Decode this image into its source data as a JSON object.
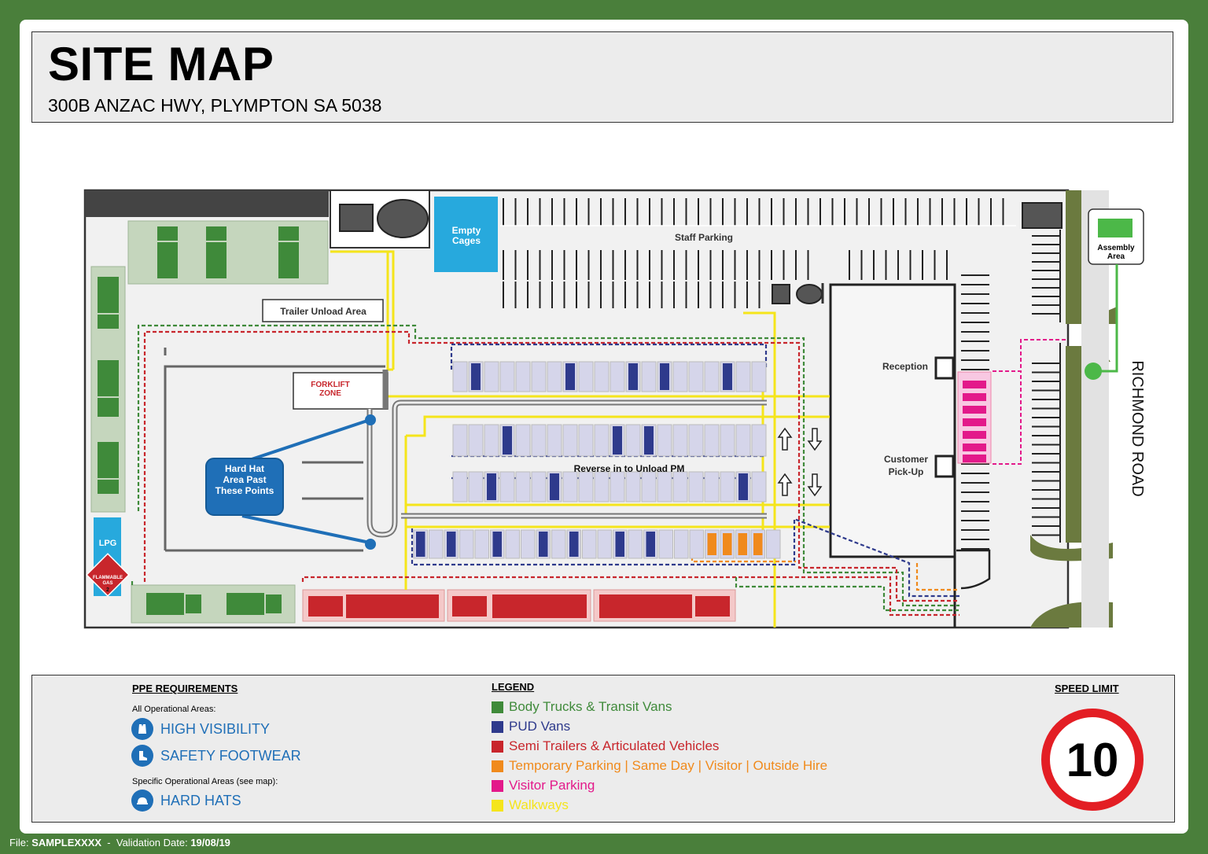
{
  "header": {
    "title": "SITE MAP",
    "address": "300B ANZAC HWY, PLYMPTON SA 5038"
  },
  "map": {
    "labels": {
      "empty_cages": "Empty Cages",
      "staff_parking": "Staff Parking",
      "trailer_unload": "Trailer Unload Area",
      "forklift_zone": "FORKLIFT ZONE",
      "hard_hat_area": "Hard Hat Area Past These Points",
      "reverse_unload": "Reverse in to Unload PM",
      "reception": "Reception",
      "customer_pickup": "Customer Pick-Up",
      "assembly_area": "Assembly Area",
      "lpg": "LPG",
      "flammable_gas": "FLAMMABLE GAS",
      "flammable_class": "2",
      "road": "RICHMOND ROAD"
    }
  },
  "ppe": {
    "heading": "PPE REQUIREMENTS",
    "all_areas": "All Operational Areas:",
    "items": [
      {
        "icon": "high-visibility-vest-icon",
        "label": "HIGH VISIBILITY"
      },
      {
        "icon": "safety-boot-icon",
        "label": "SAFETY FOOTWEAR"
      }
    ],
    "specific_areas": "Specific Operational Areas (see map):",
    "specific_items": [
      {
        "icon": "hard-hat-icon",
        "label": "HARD HATS"
      }
    ]
  },
  "legend": {
    "heading": "LEGEND",
    "items": [
      {
        "label": "Body Trucks & Transit Vans",
        "color": "#3f8a3a"
      },
      {
        "label": "PUD Vans",
        "color": "#2e3a8c"
      },
      {
        "label": "Semi Trailers & Articulated Vehicles",
        "color": "#c8262c"
      },
      {
        "label": "Temporary Parking | Same Day | Visitor | Outside Hire",
        "color": "#f08a1c"
      },
      {
        "label": "Visitor Parking",
        "color": "#e3198a"
      },
      {
        "label": "Walkways",
        "color": "#f5e51b"
      }
    ]
  },
  "speed_limit": {
    "heading": "SPEED LIMIT",
    "value": "10"
  },
  "footer": {
    "file_label": "File:",
    "file_value": "SAMPLEXXXX",
    "separator": "-",
    "date_label": "Validation Date:",
    "date_value": "19/08/19"
  }
}
